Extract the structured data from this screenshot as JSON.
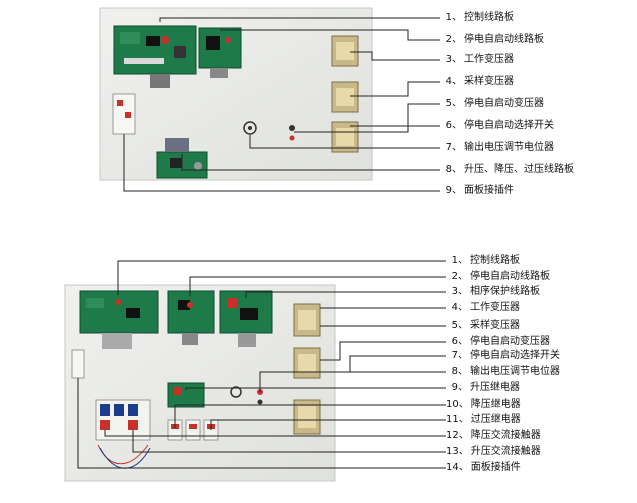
{
  "panel_top": {
    "labels": [
      {
        "num": "1、",
        "text": "控制线路板"
      },
      {
        "num": "2、",
        "text": "停电自启动线路板"
      },
      {
        "num": "3、",
        "text": "工作变压器"
      },
      {
        "num": "4、",
        "text": "采样变压器"
      },
      {
        "num": "5、",
        "text": "停电自启动变压器"
      },
      {
        "num": "6、",
        "text": "停电自启动选择开关"
      },
      {
        "num": "7、",
        "text": "输出电压调节电位器"
      },
      {
        "num": "8、",
        "text": "升压、降压、过压线路板"
      },
      {
        "num": "9、",
        "text": "面板接插件"
      }
    ]
  },
  "panel_bottom": {
    "labels": [
      {
        "num": "1、",
        "text": "控制线路板"
      },
      {
        "num": "2、",
        "text": "停电自启动线路板"
      },
      {
        "num": "3、",
        "text": "相序保护线路板"
      },
      {
        "num": "4、",
        "text": "工作变压器"
      },
      {
        "num": "5、",
        "text": "采样变压器"
      },
      {
        "num": "6、",
        "text": "停电自启动变压器"
      },
      {
        "num": "7、",
        "text": "停电自启动选择开关"
      },
      {
        "num": "8、",
        "text": "输出电压调节电位器"
      },
      {
        "num": "9、",
        "text": "升压继电器"
      },
      {
        "num": "10、",
        "text": "降压继电器"
      },
      {
        "num": "11、",
        "text": "过压继电器"
      },
      {
        "num": "12、",
        "text": "降压交流接触器"
      },
      {
        "num": "13、",
        "text": "升压交流接触器"
      },
      {
        "num": "14、",
        "text": "面板接插件"
      }
    ]
  }
}
